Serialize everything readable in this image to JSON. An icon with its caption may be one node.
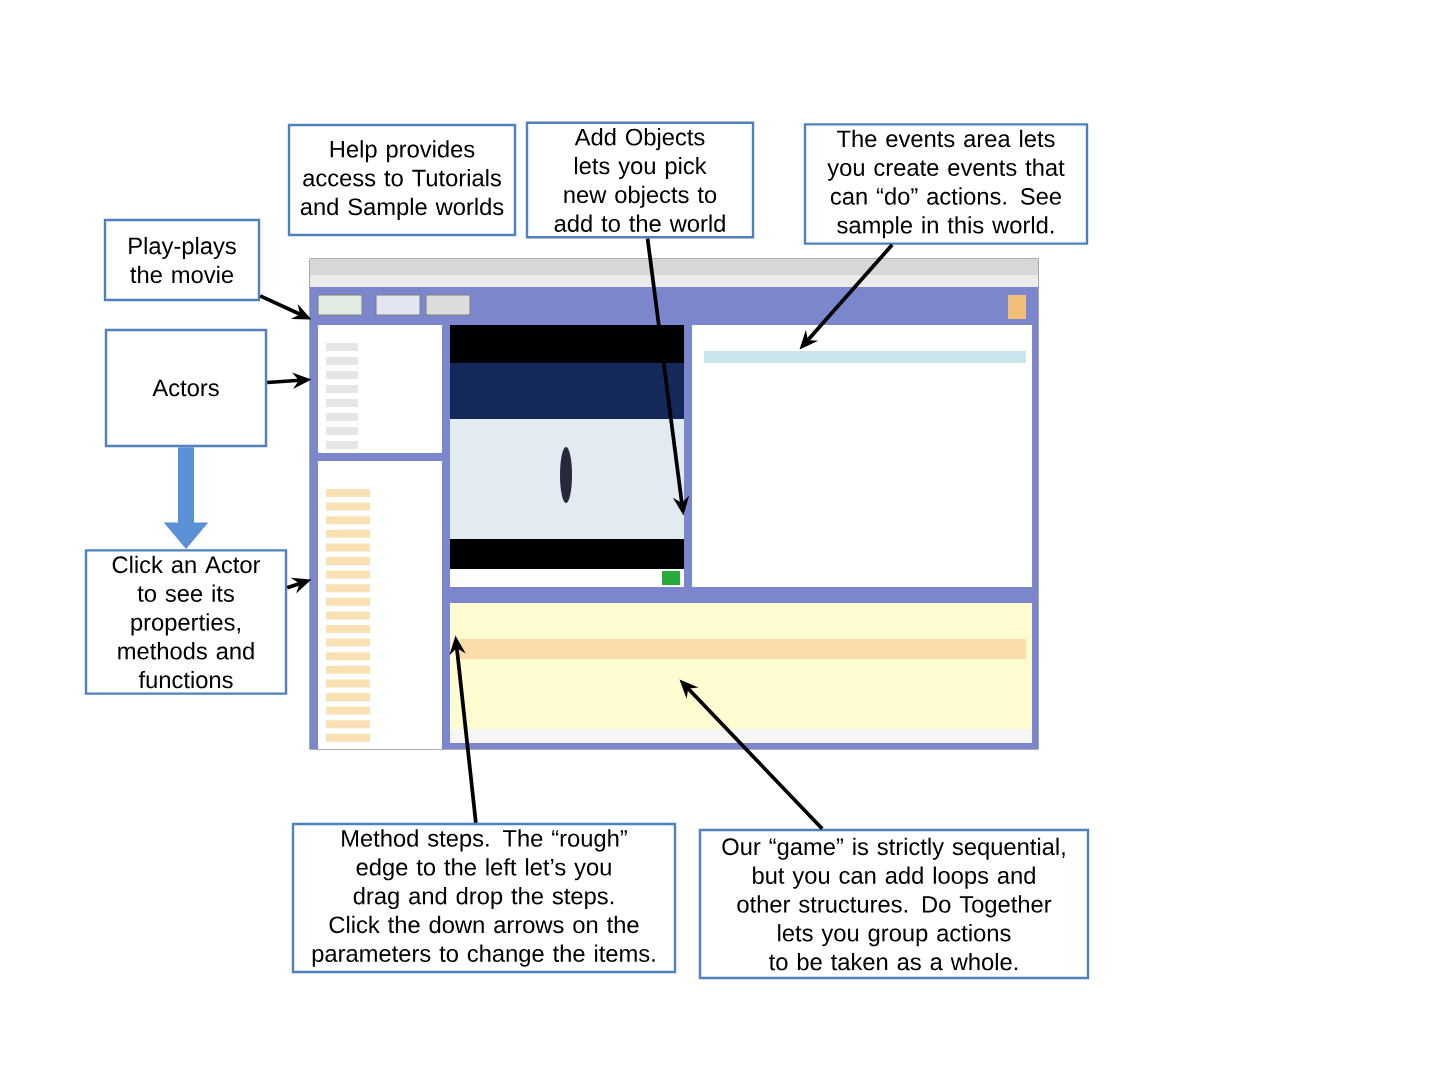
{
  "diagram": {
    "nodes": [
      {
        "text": [
          "Help provides access to Tutorials and Sample worlds"
        ]
      },
      {
        "text": [
          "Add Objects lets you pick new objects to add to the world"
        ]
      },
      {
        "text": [
          "The events area lets you create events that can “do” actions.  See sample in this world."
        ]
      },
      {
        "text": [
          "Play-plays the movie"
        ]
      },
      {
        "text": [
          "Actors"
        ]
      },
      {
        "text": [
          "Click an Actor to see its properties, methods and functions"
        ]
      },
      {
        "text": [
          "Method steps.  The “rough” edge to the left let’s you drag and drop the steps.  Click the down arrows on the parameters to change the items."
        ]
      },
      {
        "text": [
          "Our “game” is strictly sequential, but you can add loops and other structures.  Do Together lets you group actions to be taken as a whole."
        ]
      },
      {
        "text": [],
        "shape": "picture"
      }
    ],
    "edges": [
      {
        "from": 1,
        "to": 8,
        "arrow": "to"
      },
      {
        "from": 2,
        "to": 8,
        "arrow": "to"
      },
      {
        "from": 3,
        "to": 8,
        "arrow": "to"
      },
      {
        "from": 4,
        "to": 8,
        "arrow": "to"
      },
      {
        "from": 4,
        "to": 5,
        "arrow": "to",
        "style": "thick",
        "color": "#5b8fd6"
      },
      {
        "from": 5,
        "to": 8,
        "arrow": "to"
      },
      {
        "from": 6,
        "to": 8,
        "arrow": "to"
      },
      {
        "from": 7,
        "to": 8,
        "arrow": "to"
      }
    ]
  }
}
